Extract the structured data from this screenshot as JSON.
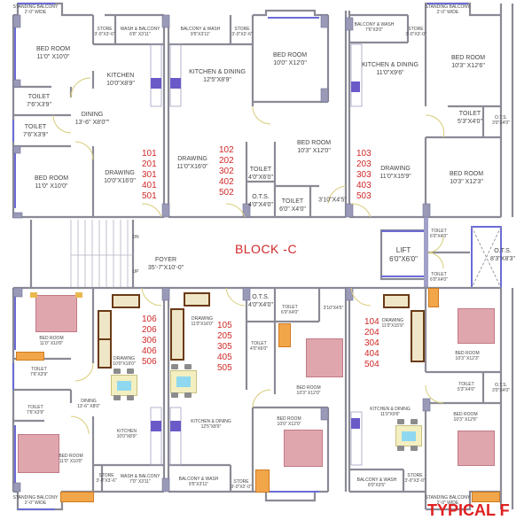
{
  "block_title": "BLOCK -C",
  "footer_title": "TYPICAL F",
  "upper_units": {
    "left": [
      "101",
      "201",
      "301",
      "401",
      "501"
    ],
    "middle": [
      "102",
      "202",
      "302",
      "402",
      "502"
    ],
    "right": [
      "103",
      "203",
      "303",
      "403",
      "503"
    ]
  },
  "lower_units": {
    "left": [
      "106",
      "206",
      "306",
      "406",
      "506"
    ],
    "middle": [
      "105",
      "205",
      "305",
      "405",
      "505"
    ],
    "right": [
      "104",
      "204",
      "304",
      "404",
      "504"
    ]
  },
  "rooms": {
    "ul_standing_balcony": {
      "name": "STANDING BALCONY",
      "dim": "2'-0\" WIDE"
    },
    "ul_bedroom_top": {
      "name": "BED ROOM",
      "dim": "11'0\" X10'0\""
    },
    "ul_store": {
      "name": "STORE",
      "dim": "3'-0\"X3'-6\""
    },
    "ul_wash_balcony": {
      "name": "WASH & BALCONY",
      "dim": "6'8\" X3'11\""
    },
    "ul_kitchen": {
      "name": "KITCHEN",
      "dim": "10'0\"X8'9\""
    },
    "ul_toilet1": {
      "name": "TOILET",
      "dim": "7'6\"X3'9\""
    },
    "ul_toilet2": {
      "name": "TOILET",
      "dim": "7'6\"X3'9\""
    },
    "ul_dining": {
      "name": "DINING",
      "dim": "13'-6\" X8'0\"\""
    },
    "ul_bedroom_bottom": {
      "name": "BED ROOM",
      "dim": "11'0\" X10'0\""
    },
    "ul_drawing": {
      "name": "DRAWING",
      "dim": "10'0\"X16'0\""
    },
    "um_balcony_wash": {
      "name": "BALCONY & WASH",
      "dim": "9'5\"X3'11\""
    },
    "um_store": {
      "name": "STORE",
      "dim": "3'-0\"X2'-6\""
    },
    "um_kitchen_dining": {
      "name": "KITCHEN & DINING",
      "dim": "12'5\"X8'9\""
    },
    "um_bedroom1": {
      "name": "BED ROOM",
      "dim": "10'0\" X12'0\""
    },
    "um_drawing": {
      "name": "DRAWING",
      "dim": "11'0\"X16'0\""
    },
    "um_bedroom2": {
      "name": "BED ROOM",
      "dim": "10'3\" X12'0\""
    },
    "um_toilet1": {
      "name": "TOILET",
      "dim": "4'0\"X6'0\""
    },
    "um_ots": {
      "name": "O.T.S.",
      "dim": "4'0\"X4'0\""
    },
    "um_toilet2": {
      "name": "TOILET",
      "dim": "6'0\" X4'0\""
    },
    "um_passage": {
      "name": "",
      "dim": "3'10\"X4'5\""
    },
    "ur_balcony_wash": {
      "name": "BALCONY & WASH",
      "dim": "7'6\"X3'0\""
    },
    "ur_store": {
      "name": "STORE",
      "dim": "3'-0\"X3'-0\""
    },
    "ur_standing_balcony": {
      "name": "STANDING BALCONY",
      "dim": "2'-0\" WIDE"
    },
    "ur_kitchen_dining": {
      "name": "KITCHEN & DINING",
      "dim": "11'0\"X9'6\""
    },
    "ur_bedroom1": {
      "name": "BED ROOM",
      "dim": "10'3\" X12'6\""
    },
    "ur_toilet": {
      "name": "TOILET",
      "dim": "5'3\"X4'0\""
    },
    "ur_ots": {
      "name": "O.T.S.",
      "dim": "3'0\"X4'0\""
    },
    "ur_drawing": {
      "name": "DRAWING",
      "dim": "11'0\"X15'9\""
    },
    "ur_bedroom2": {
      "name": "BED ROOM",
      "dim": "10'3\" X12'3\""
    },
    "foyer": {
      "name": "FOYER",
      "dim": "35'-7\"X10'-0\""
    },
    "lift": {
      "name": "LIFT",
      "dim": "6'0\"X6'0\""
    },
    "core_toilet1": {
      "name": "TOILET",
      "dim": "6'0\"X4'0\""
    },
    "core_toilet2": {
      "name": "TOILET",
      "dim": "6'0\"X4'0\""
    },
    "core_ots": {
      "name": "O.T.S.",
      "dim": "8'3\"X8'3\""
    },
    "stair_up": "UP",
    "stair_dn": "DN",
    "ll_bedroom_top": {
      "name": "BED ROOM",
      "dim": "11'0\" X10'0\""
    },
    "ll_drawing": {
      "name": "DRAWING",
      "dim": "10'0\"X16'0\""
    },
    "ll_toilet1": {
      "name": "TOILET",
      "dim": "7'6\"X3'9\""
    },
    "ll_toilet2": {
      "name": "TOILET",
      "dim": "7'6\"X3'9\""
    },
    "ll_dining": {
      "name": "DINING",
      "dim": "13'-6\" X8'0\""
    },
    "ll_kitchen": {
      "name": "KITCHEN",
      "dim": "10'0\"X8'9\""
    },
    "ll_bedroom_bottom": {
      "name": "BED ROOM",
      "dim": "11'0\" X10'0\""
    },
    "ll_store": {
      "name": "STORE",
      "dim": "3'-0\"X3'-6\""
    },
    "ll_wash_balcony": {
      "name": "WASH & BALCONY",
      "dim": "7'0\" X3'11\""
    },
    "ll_standing_balcony": {
      "name": "STANDING BALCONY",
      "dim": "2'-0\" WIDE"
    },
    "lm_drawing": {
      "name": "DRAWING",
      "dim": "11'0\"X16'0\""
    },
    "lm_ots": {
      "name": "O.T.S.",
      "dim": "4'0\"X4'0\""
    },
    "lm_toilet1": {
      "name": "TOILET",
      "dim": "6'0\"X4'0\""
    },
    "lm_passage": {
      "name": "",
      "dim": "3'10\"X4'5\""
    },
    "lm_toilet2": {
      "name": "TOILET",
      "dim": "4'0\"X6'0\""
    },
    "lm_bedroom1": {
      "name": "BED ROOM",
      "dim": "10'3\" X12'0\""
    },
    "lm_kitchen_dining": {
      "name": "KITCHEN & DINING",
      "dim": "12'5\"X8'9\""
    },
    "lm_bedroom2": {
      "name": "BED ROOM",
      "dim": "10'0\" X12'0\""
    },
    "lm_balcony_wash": {
      "name": "BALCONY & WASH",
      "dim": "9'5\"X3'11\""
    },
    "lm_store": {
      "name": "STORE",
      "dim": "3'-0\"X2'-0\""
    },
    "lr_drawing": {
      "name": "DRAWING",
      "dim": "11'0\"X15'9\""
    },
    "lr_bedroom1": {
      "name": "BED ROOM",
      "dim": "10'3\" X12'3\""
    },
    "lr_toilet": {
      "name": "TOILET",
      "dim": "5'3\"X4'0\""
    },
    "lr_ots": {
      "name": "O.T.S.",
      "dim": "3'0\"X4'0\""
    },
    "lr_kitchen_dining": {
      "name": "KITCHEN & DINING",
      "dim": "11'0\"X9'6\""
    },
    "lr_bedroom2": {
      "name": "BED ROOM",
      "dim": "10'3\" X12'6\""
    },
    "lr_balcony_wash": {
      "name": "BALCONY & WASH",
      "dim": "8'0\"X3'5\""
    },
    "lr_store": {
      "name": "STORE",
      "dim": "3'-0\"X3'-0\""
    },
    "lr_standing_balcony": {
      "name": "STANDING BALCONY",
      "dim": "2'-0\" WIDE"
    }
  },
  "colors": {
    "wall": "#8a8a96",
    "glass": "#6b6bd6",
    "column": "#9a9ab8",
    "unit_numbers": "#d02828",
    "bed": "#e0a6ae",
    "wardrobe": "#f2a64a"
  }
}
